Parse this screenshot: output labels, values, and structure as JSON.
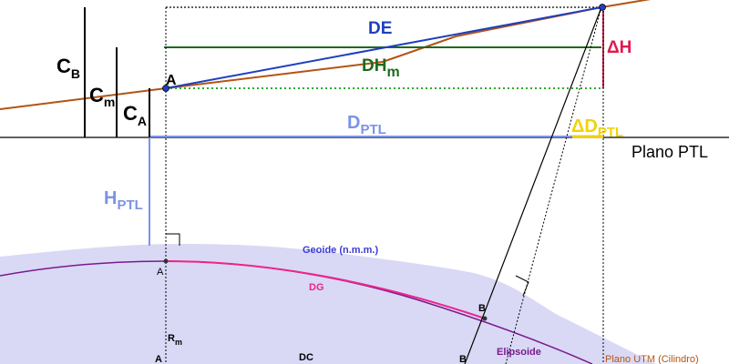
{
  "colors": {
    "geoid_fill": "#d9d9f6",
    "brown": "#b35412",
    "blue": "#1f3fbf",
    "green": "#1d6b1d",
    "green_dotted": "#2ea82e",
    "red": "#e0194e",
    "light_blue": "#7b93e6",
    "yellow": "#f2d20a",
    "pink": "#f0238a",
    "purple": "#7a1a8c",
    "black": "#000000"
  },
  "labels": {
    "c_b": {
      "main": "C",
      "sub": "B"
    },
    "c_m": {
      "main": "C",
      "sub": "m"
    },
    "c_a": {
      "main": "C",
      "sub": "A"
    },
    "point_a_top": "A",
    "de": "DE",
    "dh_m": {
      "main": "DH",
      "sub": "m"
    },
    "delta_h": "ΔH",
    "d_ptl": {
      "main": "D",
      "sub": "PTL"
    },
    "delta_d_ptl": {
      "main": "ΔD",
      "sub": "PTL"
    },
    "plano_ptl": "Plano PTL",
    "h_ptl": {
      "main": "H",
      "sub": "PTL"
    },
    "geoide": "Geoide (n.m.m.)",
    "point_a_geoid": "A",
    "dg": "DG",
    "point_b_geoid": "B",
    "r_m": {
      "main": "R",
      "sub": "m"
    },
    "point_a_low": "A",
    "dc": "DC",
    "point_b_low": "B",
    "elipsoide": "Elipsoide",
    "plano_utm": "Plano UTM (Cilindro)"
  }
}
